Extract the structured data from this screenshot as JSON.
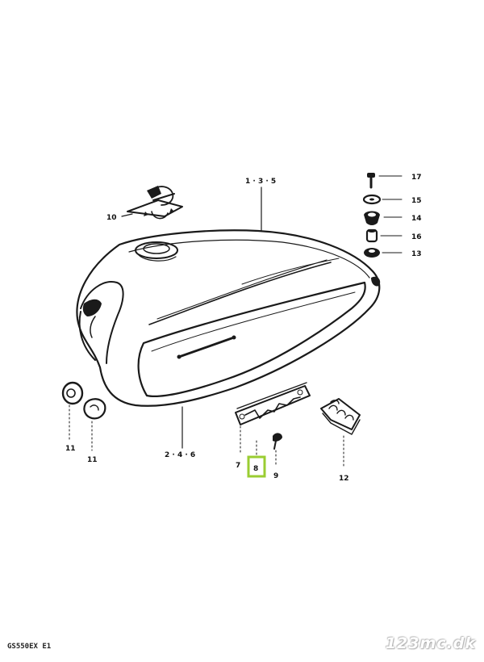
{
  "diagram": {
    "model_code": "GS550EX  E1",
    "watermark": "123mc.dk",
    "highlight_color": "#9acd32",
    "parts": [
      {
        "id": "p1",
        "label": "1 · 3 · 5"
      },
      {
        "id": "p2",
        "label": "2 · 4 · 6"
      },
      {
        "id": "p7",
        "label": "7"
      },
      {
        "id": "p8",
        "label": "8",
        "highlighted": true
      },
      {
        "id": "p9",
        "label": "9"
      },
      {
        "id": "p10",
        "label": "10"
      },
      {
        "id": "p11a",
        "label": "11"
      },
      {
        "id": "p11b",
        "label": "11"
      },
      {
        "id": "p12",
        "label": "12"
      },
      {
        "id": "p13",
        "label": "13"
      },
      {
        "id": "p14",
        "label": "14"
      },
      {
        "id": "p15",
        "label": "15"
      },
      {
        "id": "p16",
        "label": "16"
      },
      {
        "id": "p17",
        "label": "17"
      }
    ]
  }
}
